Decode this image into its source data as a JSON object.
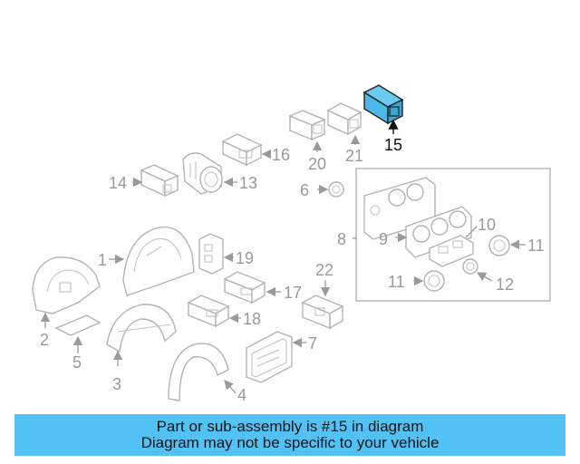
{
  "highlight_color": "#4cb8e8",
  "banner": {
    "color": "#52c2f5",
    "line1": "Part or sub-assembly is #15 in diagram",
    "line2": "Diagram may not be specific to your vehicle"
  },
  "callouts": {
    "c1": "1",
    "c2": "2",
    "c3": "3",
    "c4": "4",
    "c5": "5",
    "c6": "6",
    "c7": "7",
    "c8": "8",
    "c9": "9",
    "c10": "10",
    "c11a": "11",
    "c11b": "11",
    "c12": "12",
    "c13": "13",
    "c14": "14",
    "c15": "15",
    "c16": "16",
    "c17": "17",
    "c18": "18",
    "c19": "19",
    "c20": "20",
    "c21": "21",
    "c22": "22"
  }
}
